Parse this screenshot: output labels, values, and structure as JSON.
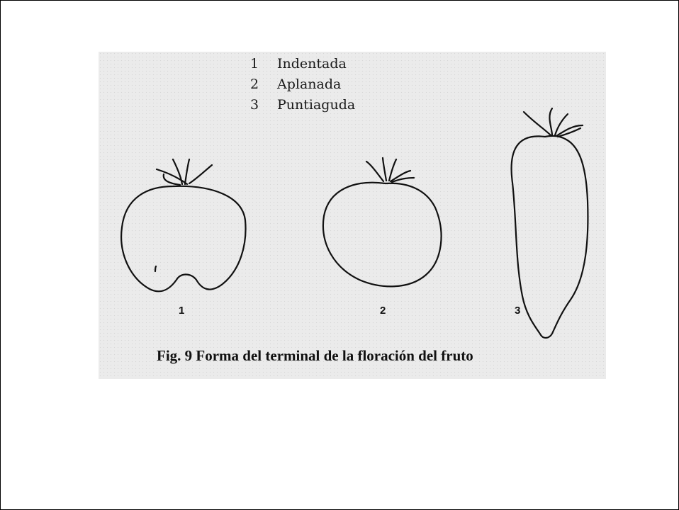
{
  "legend": {
    "items": [
      {
        "number": "1",
        "label": "Indentada"
      },
      {
        "number": "2",
        "label": "Aplanada"
      },
      {
        "number": "3",
        "label": "Puntiaguda"
      }
    ]
  },
  "fruits": [
    {
      "number": "1",
      "shape": "indented-blossom-end"
    },
    {
      "number": "2",
      "shape": "flat-blossom-end"
    },
    {
      "number": "3",
      "shape": "pointed-blossom-end"
    }
  ],
  "caption": "Fig. 9 Forma del terminal de la floración del fruto",
  "colors": {
    "panel_background": "#ebebeb",
    "outline": "#111111",
    "page_background": "#ffffff"
  }
}
